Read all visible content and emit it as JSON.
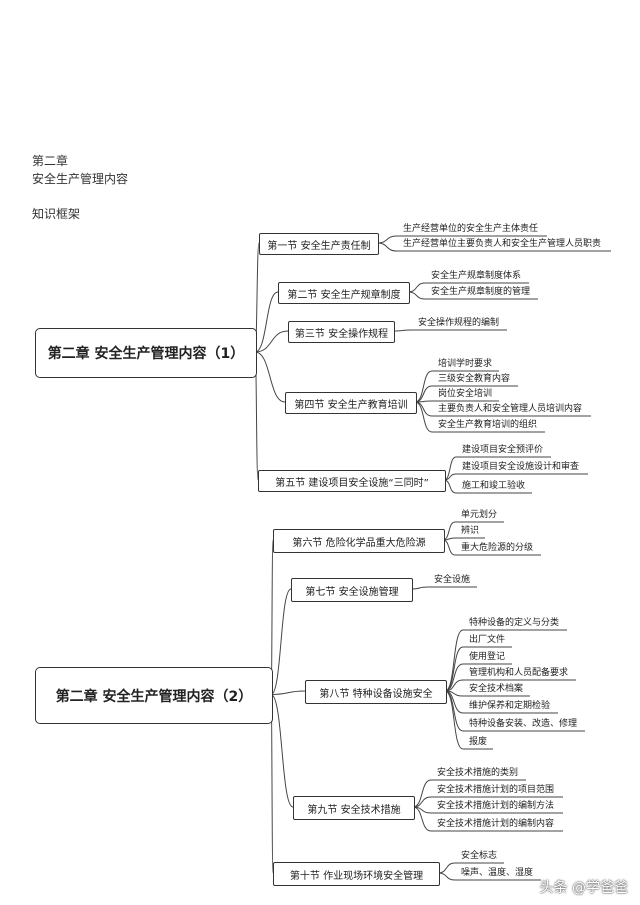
{
  "header": {
    "chapter": "第二章",
    "chapter_title": "安全生产管理内容",
    "framework": "知识框架"
  },
  "map1": {
    "root": "第二章  安全生产管理内容（1）",
    "sections": [
      {
        "title": "第一节  安全生产责任制",
        "items": [
          "生产经营单位的安全生产主体责任",
          "生产经营单位主要负责人和安全生产管理人员职责"
        ]
      },
      {
        "title": "第二节  安全生产规章制度",
        "items": [
          "安全生产规章制度体系",
          "安全生产规章制度的管理"
        ]
      },
      {
        "title": "第三节  安全操作规程",
        "items": [
          "安全操作规程的编制"
        ]
      },
      {
        "title": "第四节  安全生产教育培训",
        "items": [
          "培训学时要求",
          "三级安全教育内容",
          "岗位安全培训",
          "主要负责人和安全管理人员培训内容",
          "安全生产教育培训的组织"
        ]
      },
      {
        "title": "第五节  建设项目安全设施“三同时”",
        "items": [
          "建设项目安全预评价",
          "建设项目安全设施设计和审查",
          "施工和竣工验收"
        ]
      }
    ]
  },
  "map2": {
    "root": "第二章  安全生产管理内容（2）",
    "sections": [
      {
        "title": "第六节  危险化学品重大危险源",
        "items": [
          "单元划分",
          "辨识",
          "重大危险源的分级"
        ]
      },
      {
        "title": "第七节  安全设施管理",
        "items": [
          "安全设施"
        ]
      },
      {
        "title": "第八节  特种设备设施安全",
        "items": [
          "特种设备的定义与分类",
          "出厂文件",
          "使用登记",
          "管理机构和人员配备要求",
          "安全技术档案",
          "维护保养和定期检验",
          "特种设备安装、改造、修理",
          "报废"
        ]
      },
      {
        "title": "第九节  安全技术措施",
        "items": [
          "安全技术措施的类别",
          "安全技术措施计划的项目范围",
          "安全技术措施计划的编制方法",
          "安全技术措施计划的编制内容"
        ]
      },
      {
        "title": "第十节  作业现场环境安全管理",
        "items": [
          "安全标志",
          "噪声、温度、湿度"
        ]
      }
    ]
  },
  "watermark": "头条 @学爸爸"
}
